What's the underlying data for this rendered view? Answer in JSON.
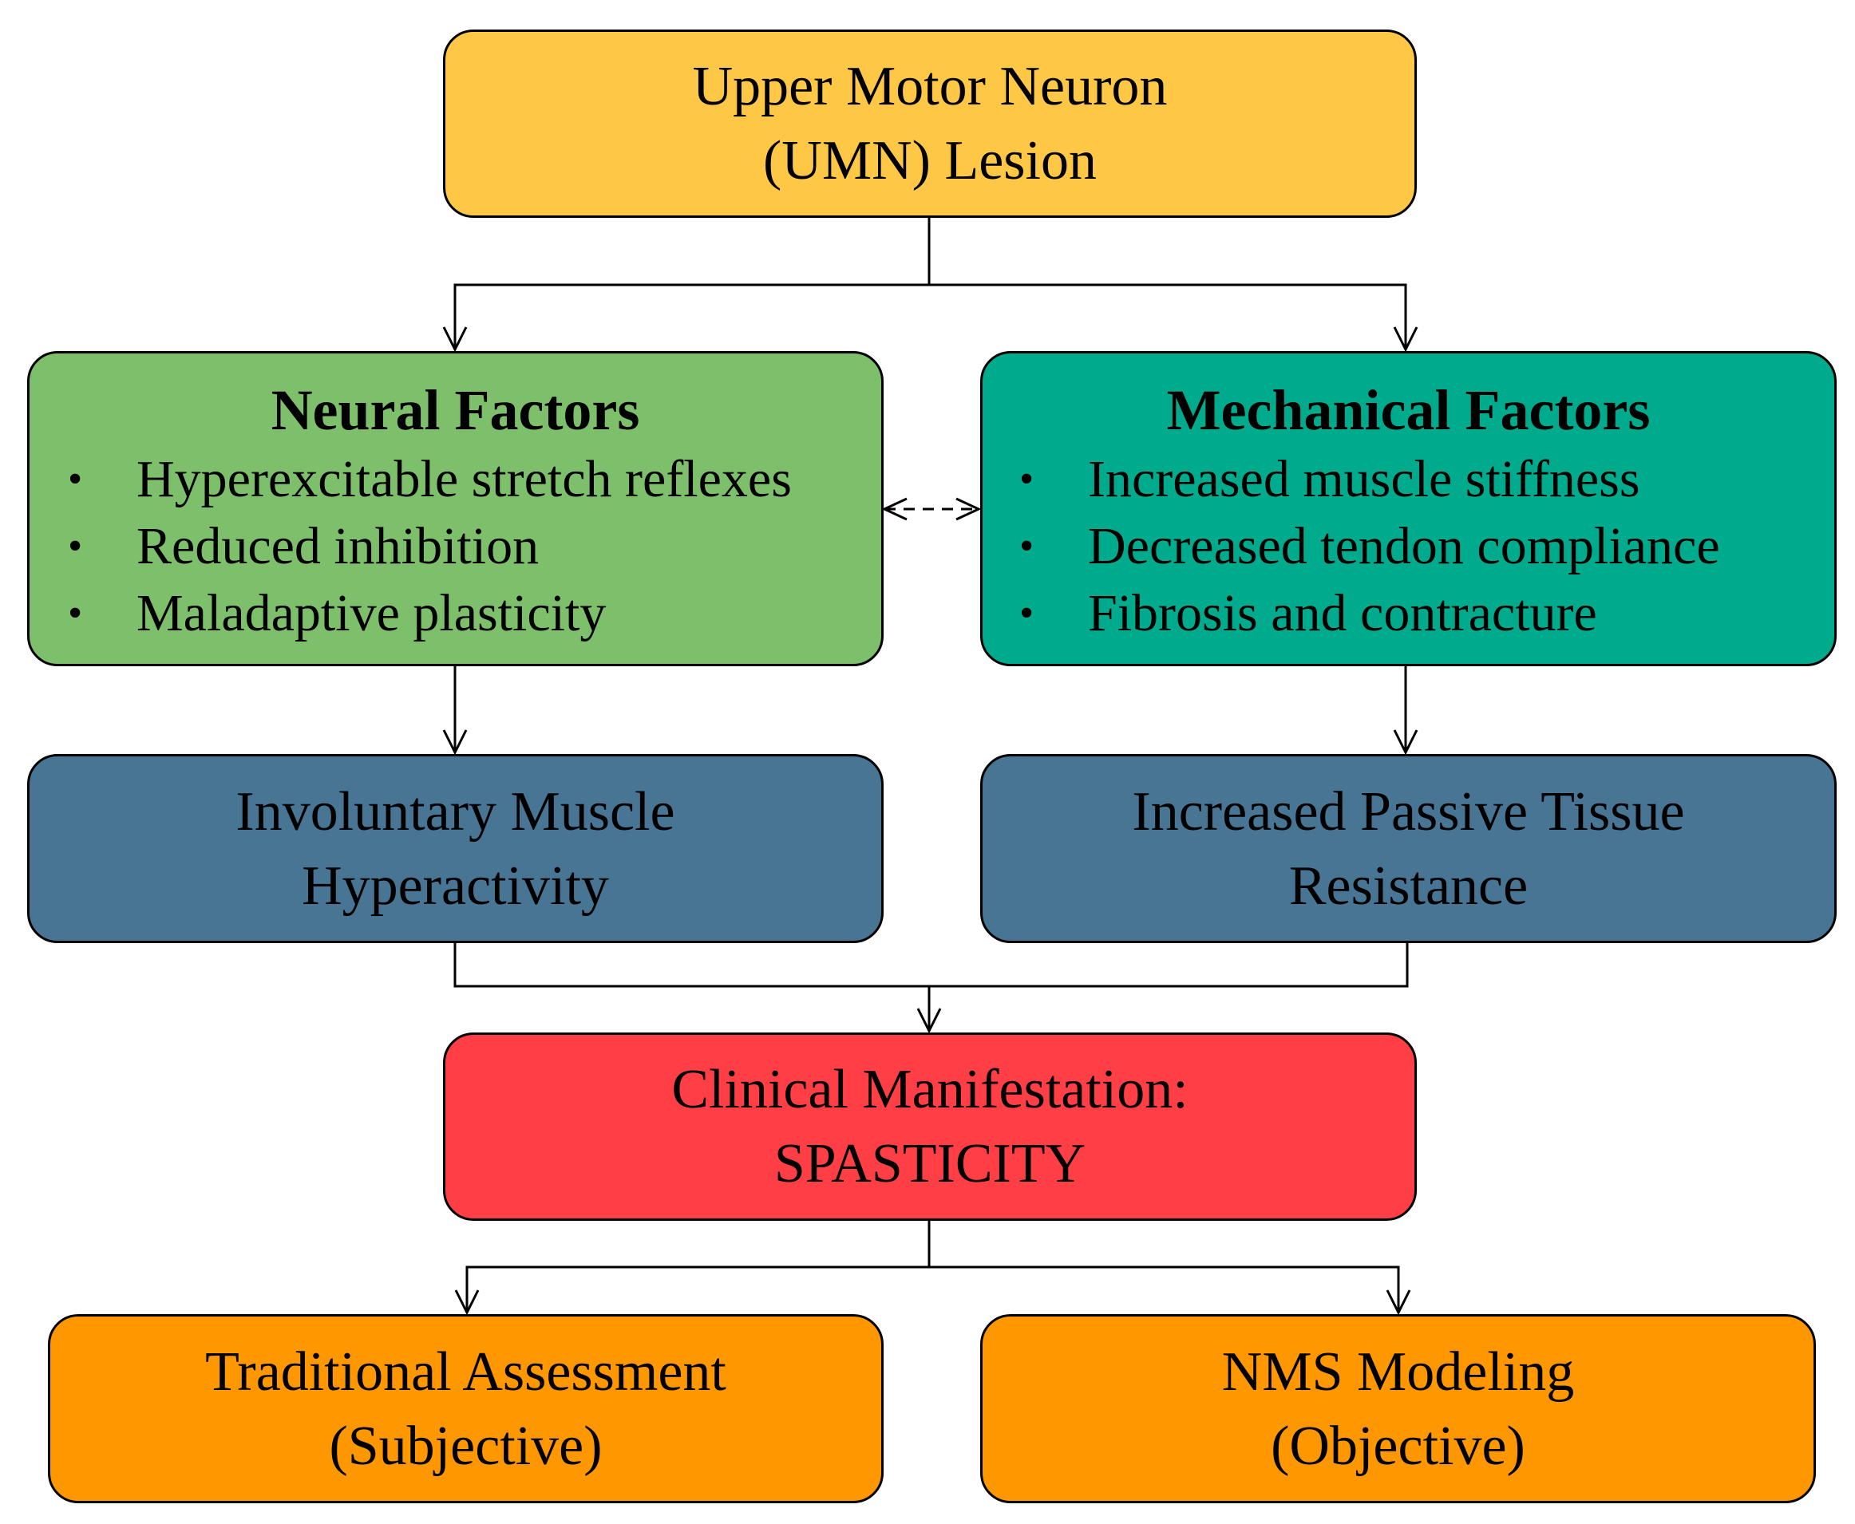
{
  "colors": {
    "root": "#FEC846",
    "neural": "#7DBF6A",
    "mechanical": "#00AA8C",
    "effect": "#477593",
    "manifestation": "#FF3F45",
    "assessment": "#FE9700",
    "line": "#000000"
  },
  "root": {
    "line1": "Upper Motor Neuron",
    "line2": "(UMN) Lesion"
  },
  "neural": {
    "title": "Neural Factors",
    "items": [
      "Hyperexcitable stretch reflexes",
      "Reduced inhibition",
      "Maladaptive plasticity"
    ]
  },
  "mechanical": {
    "title": "Mechanical Factors",
    "items": [
      "Increased muscle stiffness",
      "Decreased tendon compliance",
      "Fibrosis and contracture"
    ]
  },
  "involuntary": {
    "line1": "Involuntary Muscle",
    "line2": "Hyperactivity"
  },
  "passive": {
    "line1": "Increased Passive Tissue",
    "line2": "Resistance"
  },
  "manifestation": {
    "line1": "Clinical Manifestation:",
    "line2": "SPASTICITY"
  },
  "traditional": {
    "line1": "Traditional Assessment",
    "line2": "(Subjective)"
  },
  "nms": {
    "line1": "NMS Modeling",
    "line2": "(Objective)"
  },
  "bullet_symbol": "•"
}
